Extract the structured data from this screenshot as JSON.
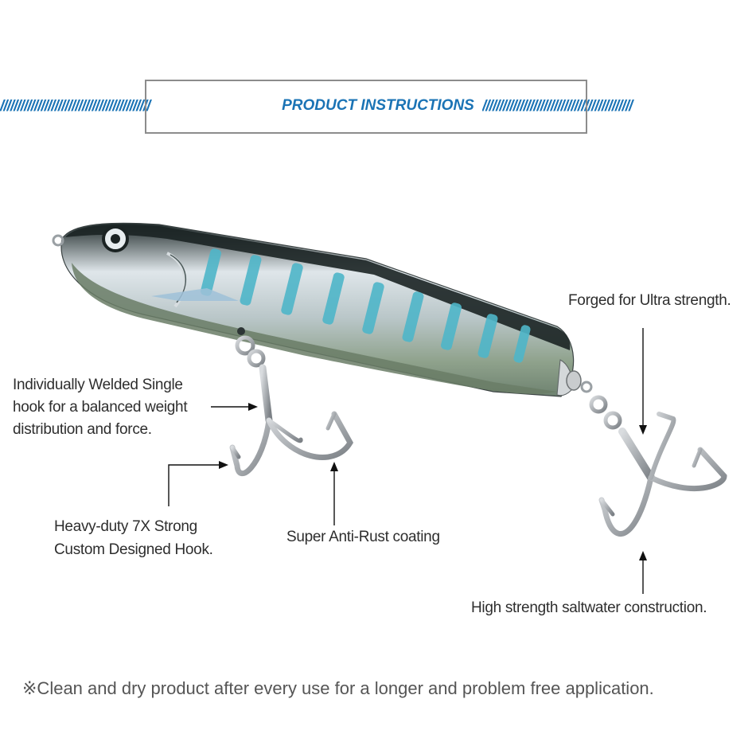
{
  "header": {
    "title": "PRODUCT INSTRUCTIONS",
    "stripe_pattern": "////////////////////////////////////////////",
    "accent_color": "#1a73b5"
  },
  "callouts": {
    "forged": "Forged for Ultra strength.",
    "welded": [
      "Individually Welded Single",
      "hook for a balanced weight",
      "distribution and force."
    ],
    "heavy_duty": [
      "Heavy-duty 7X Strong",
      "Custom Designed Hook."
    ],
    "anti_rust": "Super Anti-Rust coating",
    "saltwater": "High strength saltwater construction."
  },
  "footer": {
    "note": "※Clean and dry product after every use for a longer and problem free application."
  },
  "icons": {
    "lure": "fishing-lure-illustration",
    "front_hook": "treble-hook-icon",
    "rear_hook": "treble-hook-icon"
  }
}
